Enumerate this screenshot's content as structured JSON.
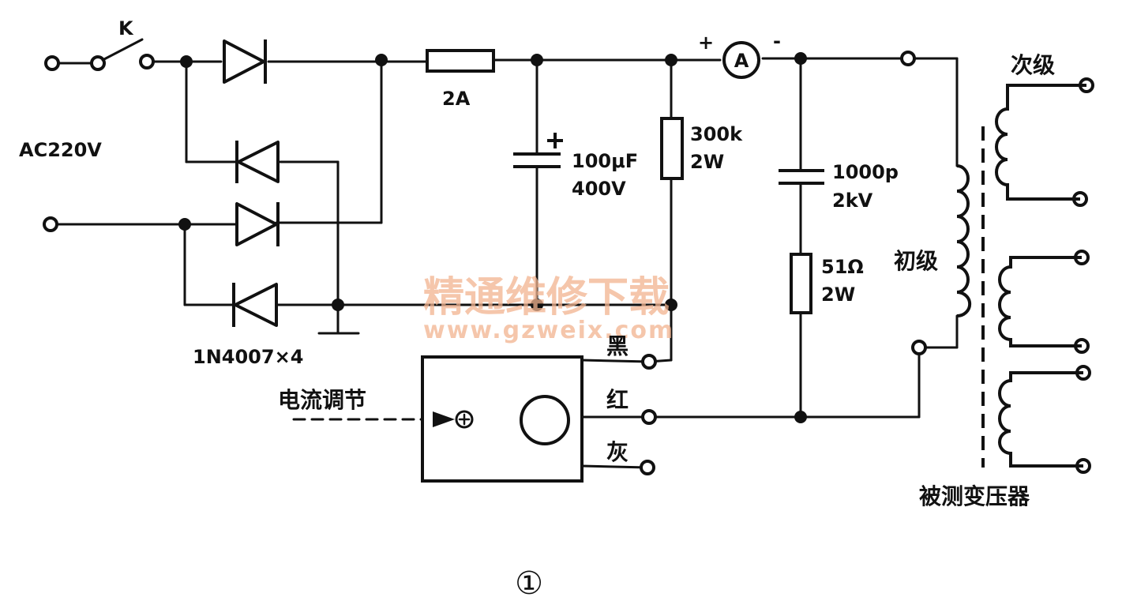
{
  "labels": {
    "switch": "K",
    "ac_input": "AC220V",
    "fuse": "2A",
    "cap_main_1": "100μF",
    "cap_main_2": "400V",
    "res_high_1": "300k",
    "res_high_2": "2W",
    "ammeter_symbol": "A",
    "ammeter_plus": "+",
    "ammeter_minus": "-",
    "cap_snub_1": "1000p",
    "cap_snub_2": "2kV",
    "res_snub_1": "51Ω",
    "res_snub_2": "2W",
    "diodes": "1N4007×4",
    "current_adjust": "电流调节",
    "lead_black": "黑",
    "lead_red": "红",
    "lead_gray": "灰",
    "secondary": "次级",
    "primary": "初级",
    "transformer_under_test": "被测变压器",
    "figure_number": "①"
  },
  "watermark": {
    "title": "精通维修下载",
    "url": "www.gzweix.com"
  },
  "colors": {
    "ink": "#111111",
    "watermark": "#f2b490",
    "background": "#ffffff"
  }
}
